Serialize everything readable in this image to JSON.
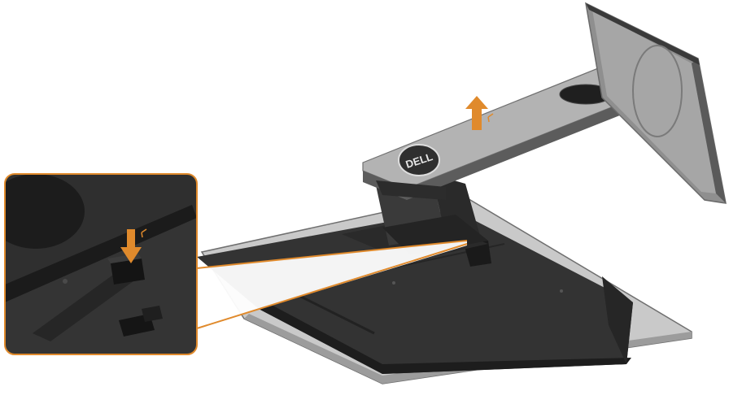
{
  "illustration": {
    "brand_logo_text": "DELL",
    "arrows": [
      {
        "name": "lift-arrow",
        "direction": "up"
      },
      {
        "name": "press-arrow",
        "direction": "down"
      }
    ],
    "colors": {
      "accent_orange": "#e08a2c",
      "stand_dark": "#2e2e2e",
      "panel_silver": "#a9a9a9",
      "inset_border": "#e08a2c"
    }
  }
}
